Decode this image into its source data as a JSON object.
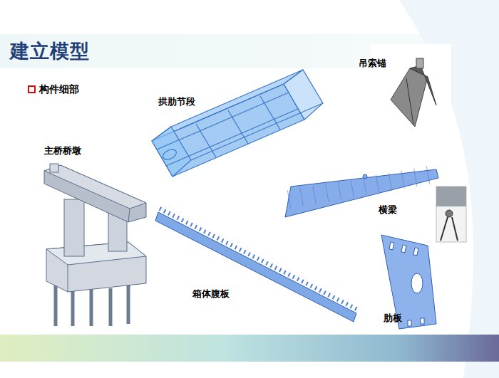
{
  "diagram": {
    "title": "建立模型",
    "labels": [
      "构件细部",
      "吊索锚",
      "拱肋节段",
      "主桥桥墩",
      "横梁",
      "箱体腹板",
      "肋板"
    ]
  }
}
